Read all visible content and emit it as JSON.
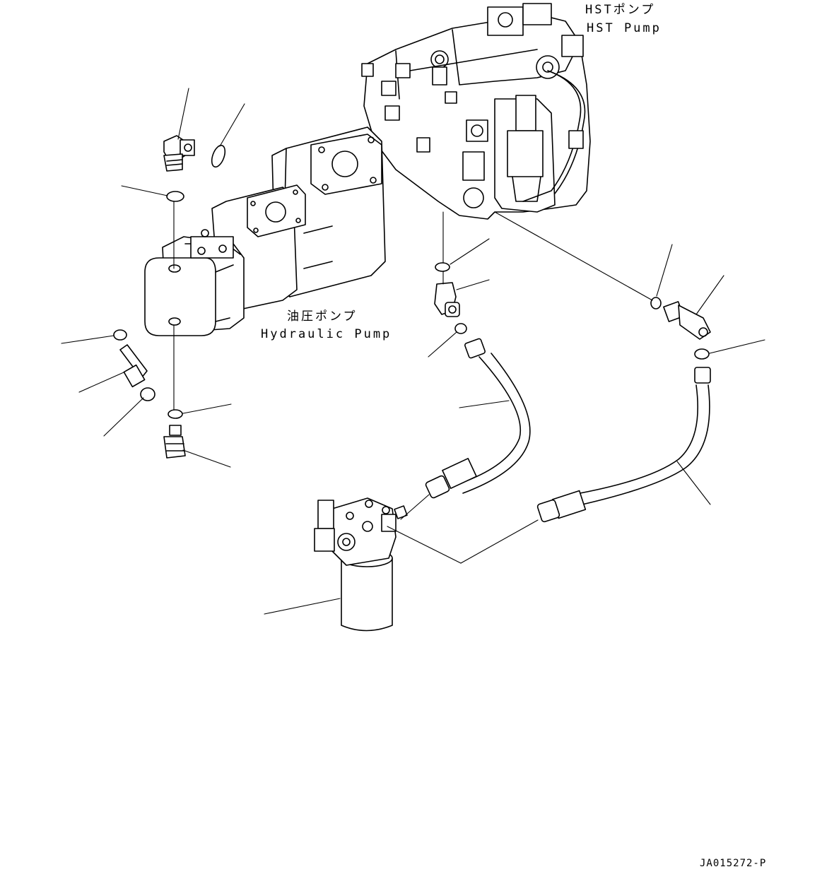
{
  "labels": {
    "hst_jp": "HSTポンプ",
    "hst_en": "HST Pump",
    "hyd_jp": "油圧ポンプ",
    "hyd_en": "Hydraulic Pump"
  },
  "drawing_code": "JA015272-P"
}
